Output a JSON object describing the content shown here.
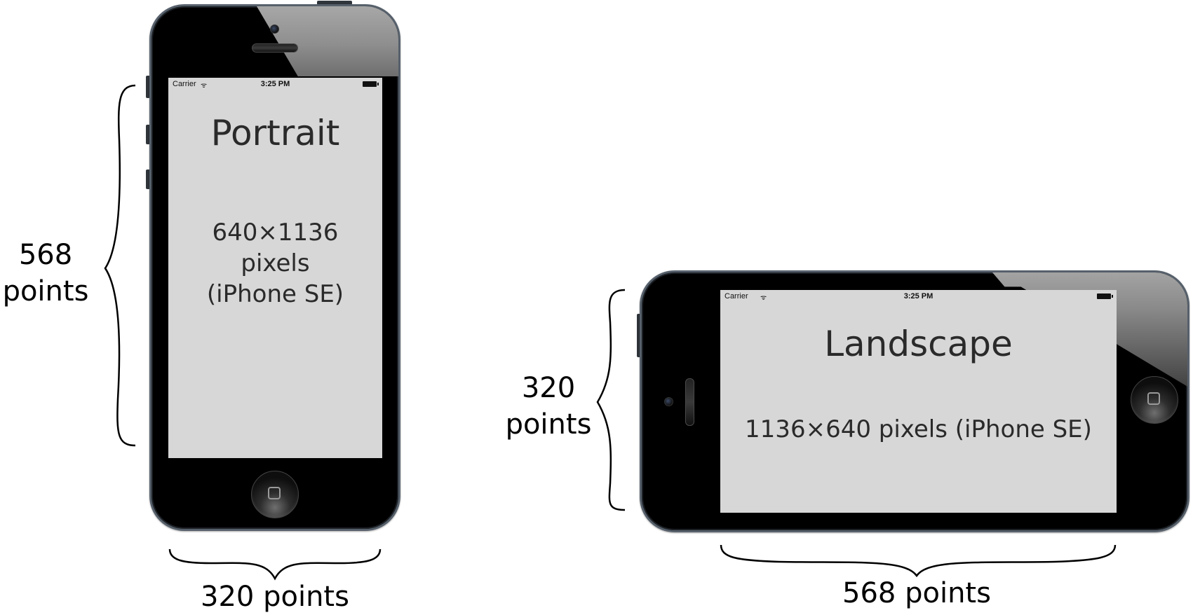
{
  "portrait": {
    "title": "Portrait",
    "resolution_lines": [
      "640×1136",
      "pixels",
      "(iPhone SE)"
    ],
    "status_bar": {
      "carrier": "Carrier",
      "time": "3:25 PM"
    },
    "height_label_lines": [
      "568",
      "points"
    ],
    "width_label": "320 points"
  },
  "landscape": {
    "title": "Landscape",
    "resolution": "1136×640 pixels (iPhone SE)",
    "status_bar": {
      "carrier": "Carrier",
      "time": "3:25 PM"
    },
    "height_label_lines": [
      "320",
      "points"
    ],
    "width_label": "568 points"
  },
  "icons": [
    "wifi-icon",
    "battery-icon",
    "home-button-icon",
    "camera-icon",
    "speaker-icon"
  ],
  "colors": {
    "screen": "#d7d7d7",
    "phone_body": "#000000",
    "phone_bezel": "#56606b",
    "text": "#2a2a2a"
  }
}
